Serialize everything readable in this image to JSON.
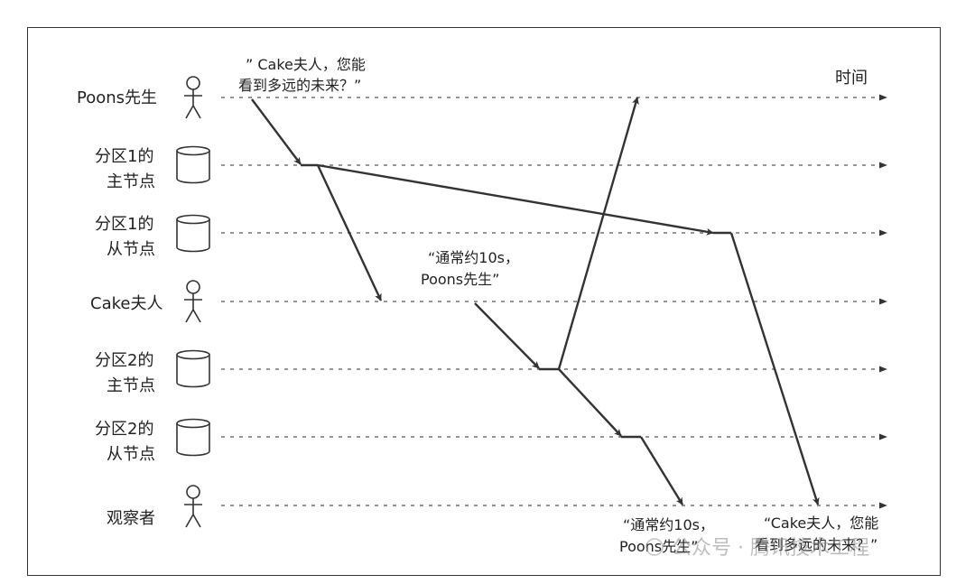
{
  "time_label": "时间",
  "lanes": [
    {
      "id": "poons",
      "kind": "person",
      "label": [
        "Poons先生"
      ]
    },
    {
      "id": "p1_leader",
      "kind": "db",
      "label": [
        "分区1的",
        "主节点"
      ]
    },
    {
      "id": "p1_follower",
      "kind": "db",
      "label": [
        "分区1的",
        "从节点"
      ]
    },
    {
      "id": "cake",
      "kind": "person",
      "label": [
        "Cake夫人"
      ]
    },
    {
      "id": "p2_leader",
      "kind": "db",
      "label": [
        "分区2的",
        "主节点"
      ]
    },
    {
      "id": "p2_follower",
      "kind": "db",
      "label": [
        "分区2的",
        "从节点"
      ]
    },
    {
      "id": "observer",
      "kind": "person",
      "label": [
        "观察者"
      ]
    }
  ],
  "quotes": {
    "question_top": [
      "” Cake夫人，您能",
      "看到多远的未来？”"
    ],
    "answer_mid": [
      "“通常约10s，",
      "Poons先生”"
    ],
    "answer_bottom": [
      "“通常约10s，",
      "Poons先生”"
    ],
    "question_bottom": [
      "“Cake夫人，您能",
      "看到多远的未来？”"
    ]
  },
  "watermark": "公众号 · 腾讯技术工程",
  "colors": {
    "line": "#333333",
    "lane": "#555555",
    "text": "#222222"
  }
}
